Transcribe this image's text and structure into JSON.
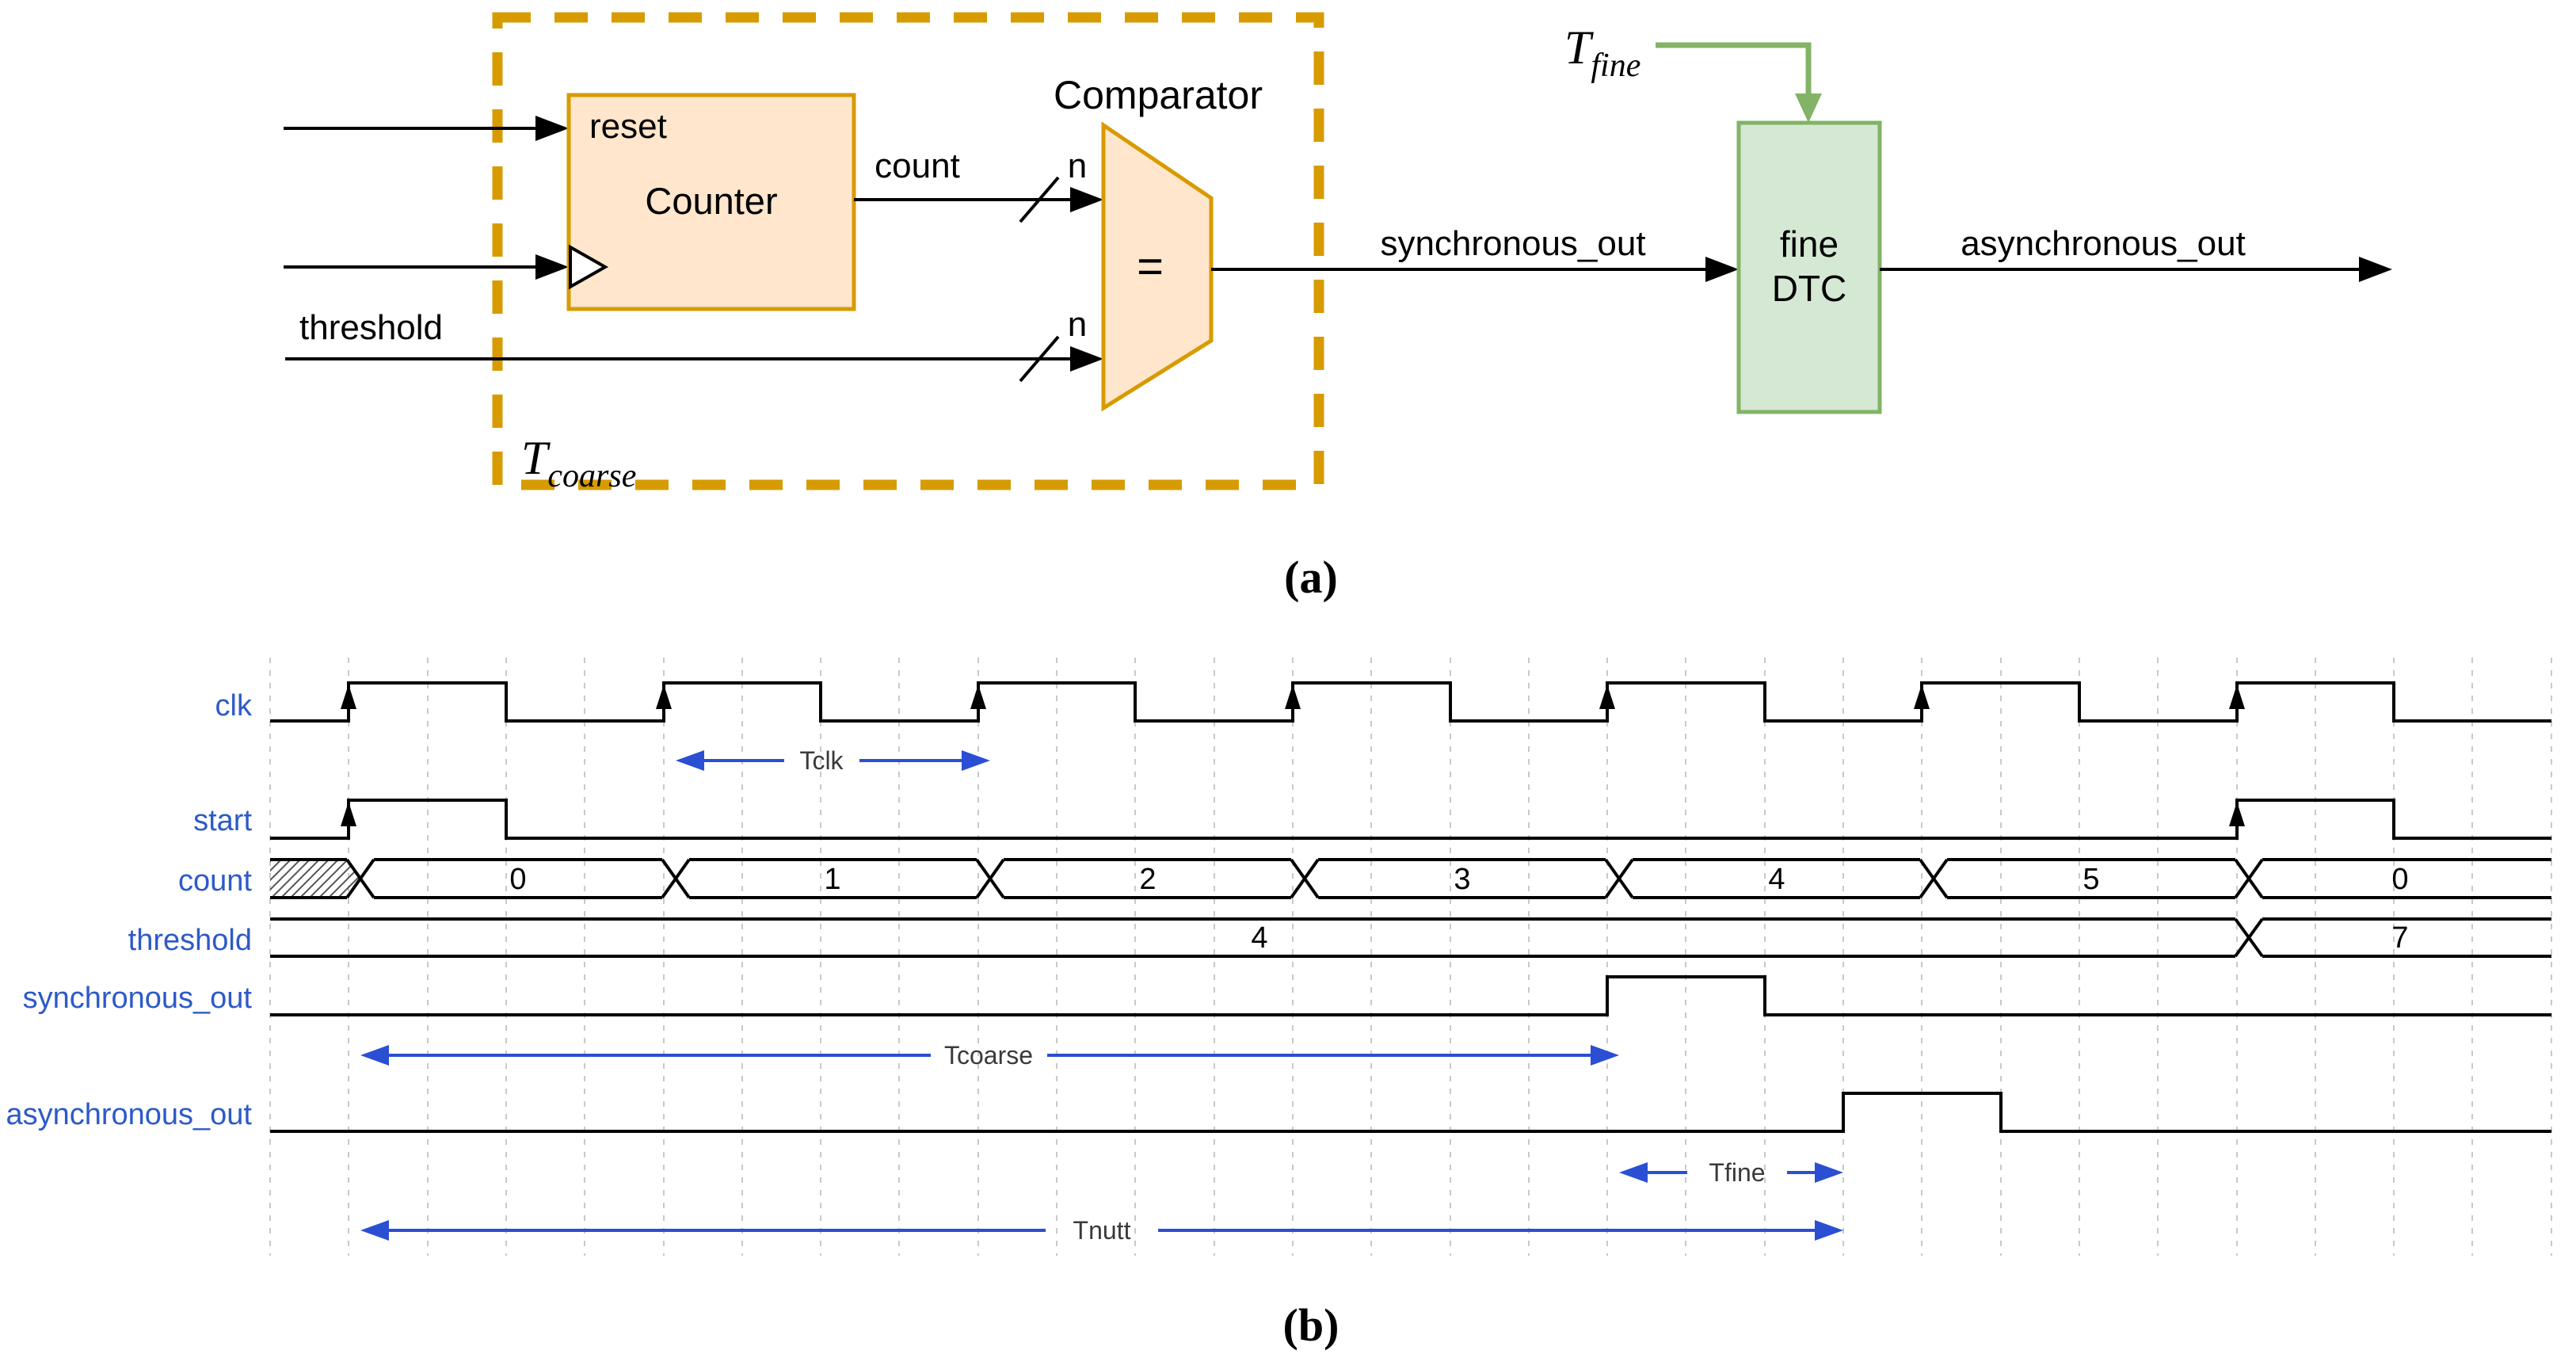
{
  "figure": {
    "panel_a_label": "(a)",
    "panel_b_label": "(b)"
  },
  "block_diagram": {
    "reset_label": "reset",
    "counter_label": "Counter",
    "count_label": "count",
    "count_bus_width": "n",
    "threshold_label": "threshold",
    "threshold_bus_width": "n",
    "comparator_title": "Comparator",
    "comparator_symbol": "=",
    "tcoarse_main": "T",
    "tcoarse_sub": "coarse",
    "tfine_main": "T",
    "tfine_sub": "fine",
    "sync_out_label": "synchronous_out",
    "async_out_label": "asynchronous_out",
    "fine_dtc_line1": "fine",
    "fine_dtc_line2": "DTC",
    "colors": {
      "block_fill_orange": "#FFE6CC",
      "block_stroke_orange": "#D79B00",
      "block_fill_green": "#D5E8D4",
      "block_stroke_green": "#82B366"
    }
  },
  "chart_data": {
    "type": "timing-diagram",
    "signals": [
      {
        "name": "clk",
        "kind": "clock",
        "rising_edge_count": 7
      },
      {
        "name": "start",
        "kind": "logic",
        "pulses": [
          {
            "rise_at_clk_edge": 1,
            "width_clk_periods": 0.5
          },
          {
            "rise_at_clk_edge": 7,
            "width_clk_periods": 0.5
          }
        ]
      },
      {
        "name": "count",
        "kind": "bus",
        "initial": "unknown-hatched",
        "values": [
          "0",
          "1",
          "2",
          "3",
          "4",
          "5",
          "0"
        ]
      },
      {
        "name": "threshold",
        "kind": "bus",
        "values": [
          "4",
          "7"
        ],
        "change_at_clk_edge": 7
      },
      {
        "name": "synchronous_out",
        "kind": "logic",
        "pulses": [
          {
            "rise_at_clk_edge": 5,
            "width_clk_periods": 0.5
          }
        ]
      },
      {
        "name": "asynchronous_out",
        "kind": "logic",
        "pulses": [
          {
            "rise_at_clk_edge": 5.75,
            "width_clk_periods": 0.5
          }
        ]
      }
    ],
    "annotations": [
      {
        "label": "Tclk",
        "from_clk_edge": 2,
        "to_clk_edge": 3
      },
      {
        "label": "Tcoarse",
        "from_clk_edge": 1,
        "to_clk_edge": 5
      },
      {
        "label": "Tfine",
        "from_clk_edge": 5,
        "to_clk_edge": 5.75
      },
      {
        "label": "Tnutt",
        "from_clk_edge": 1,
        "to_clk_edge": 5.75
      }
    ],
    "colors": {
      "signal_label": "#2d5ac8",
      "annotation_arrow": "#2b4fd2",
      "annotation_text": "#3a3a3a"
    }
  }
}
